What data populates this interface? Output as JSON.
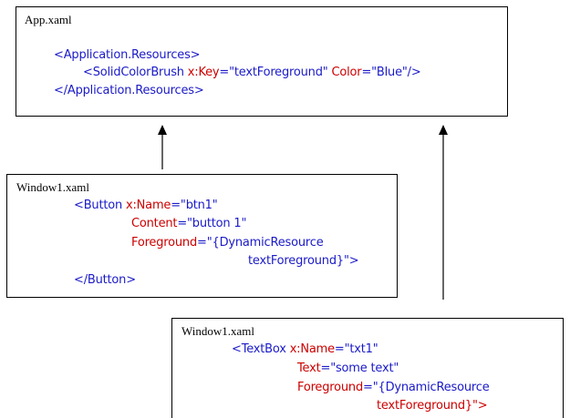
{
  "colors": {
    "tag": "#1a1ac8",
    "attribute": "#cc0000",
    "border": "#000000"
  },
  "app_box": {
    "title": "App.xaml",
    "line1": "<Application.Resources>",
    "line2_tag": "<SolidColorBrush ",
    "line2_attr1": "x:Key",
    "line2_val1": "=\"textForeground\" ",
    "line2_attr2": "Color",
    "line2_val2": "=\"Blue\"/>",
    "line3": "</Application.Resources>"
  },
  "window1_box": {
    "title": "Window1.xaml",
    "line1_tag": "<Button ",
    "line1_attr": "x:Name",
    "line1_val": "=\"btn1\"",
    "line2_attr": "Content",
    "line2_val": "=\"button 1\"",
    "line3_attr": "Foreground",
    "line3_val": "=\"{DynamicResource",
    "line4": "textForeground}\">",
    "line5": "</Button>"
  },
  "window2_box": {
    "title": "Window1.xaml",
    "line1_tag": "<TextBox ",
    "line1_attr": "x:Name",
    "line1_val": "=\"txt1\"",
    "line2_attr": "Text",
    "line2_val": "=\"some text\"",
    "line3_attr": "Foreground",
    "line3_val": "=\"{DynamicResource",
    "line4": "textForeground}\">"
  }
}
